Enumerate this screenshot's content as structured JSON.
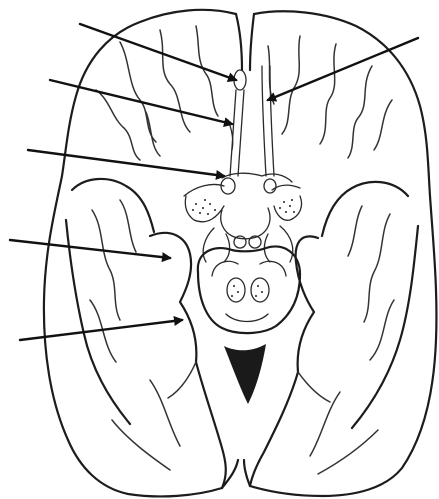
{
  "diagram": {
    "colors": {
      "ink": "#1c1c1c",
      "background": "#ffffff"
    },
    "pointers": [
      {
        "id": "p1",
        "side": "left"
      },
      {
        "id": "p2",
        "side": "right"
      },
      {
        "id": "p3",
        "side": "left"
      },
      {
        "id": "p4",
        "side": "left"
      },
      {
        "id": "p5",
        "side": "left"
      },
      {
        "id": "p6",
        "side": "left"
      }
    ]
  }
}
